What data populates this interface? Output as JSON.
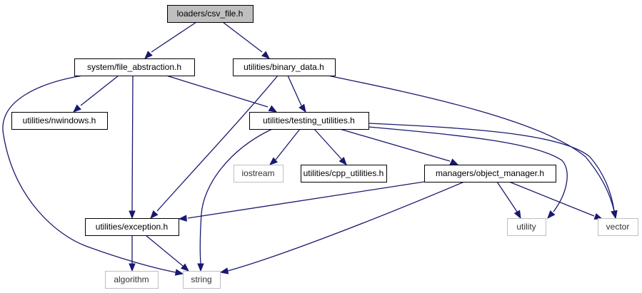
{
  "colors": {
    "edge": "#191970",
    "root_fill": "#bfbfbf",
    "system_border": "#bfbfbf",
    "local_border": "#000000"
  },
  "nodes": [
    {
      "id": "csv",
      "label": "loaders/csv_file.h",
      "kind": "root"
    },
    {
      "id": "fileabs",
      "label": "system/file_abstraction.h",
      "kind": "local"
    },
    {
      "id": "binary",
      "label": "utilities/binary_data.h",
      "kind": "local"
    },
    {
      "id": "nwindows",
      "label": "utilities/nwindows.h",
      "kind": "local"
    },
    {
      "id": "testing",
      "label": "utilities/testing_utilities.h",
      "kind": "local"
    },
    {
      "id": "iostream",
      "label": "iostream",
      "kind": "sys"
    },
    {
      "id": "cpputil",
      "label": "utilities/cpp_utilities.h",
      "kind": "local"
    },
    {
      "id": "objmgr",
      "label": "managers/object_manager.h",
      "kind": "local"
    },
    {
      "id": "exception",
      "label": "utilities/exception.h",
      "kind": "local"
    },
    {
      "id": "utility",
      "label": "utility",
      "kind": "sys"
    },
    {
      "id": "vector",
      "label": "vector",
      "kind": "sys"
    },
    {
      "id": "algorithm",
      "label": "algorithm",
      "kind": "sys"
    },
    {
      "id": "string",
      "label": "string",
      "kind": "sys"
    }
  ],
  "edges": [
    {
      "from": "csv",
      "to": "fileabs"
    },
    {
      "from": "csv",
      "to": "binary"
    },
    {
      "from": "fileabs",
      "to": "nwindows"
    },
    {
      "from": "fileabs",
      "to": "testing"
    },
    {
      "from": "fileabs",
      "to": "exception"
    },
    {
      "from": "fileabs",
      "to": "string"
    },
    {
      "from": "binary",
      "to": "testing"
    },
    {
      "from": "binary",
      "to": "exception"
    },
    {
      "from": "binary",
      "to": "vector"
    },
    {
      "from": "testing",
      "to": "iostream"
    },
    {
      "from": "testing",
      "to": "cpputil"
    },
    {
      "from": "testing",
      "to": "objmgr"
    },
    {
      "from": "testing",
      "to": "string"
    },
    {
      "from": "testing",
      "to": "utility"
    },
    {
      "from": "testing",
      "to": "vector"
    },
    {
      "from": "objmgr",
      "to": "exception"
    },
    {
      "from": "objmgr",
      "to": "utility"
    },
    {
      "from": "objmgr",
      "to": "vector"
    },
    {
      "from": "objmgr",
      "to": "string"
    },
    {
      "from": "exception",
      "to": "algorithm"
    },
    {
      "from": "exception",
      "to": "string"
    }
  ]
}
